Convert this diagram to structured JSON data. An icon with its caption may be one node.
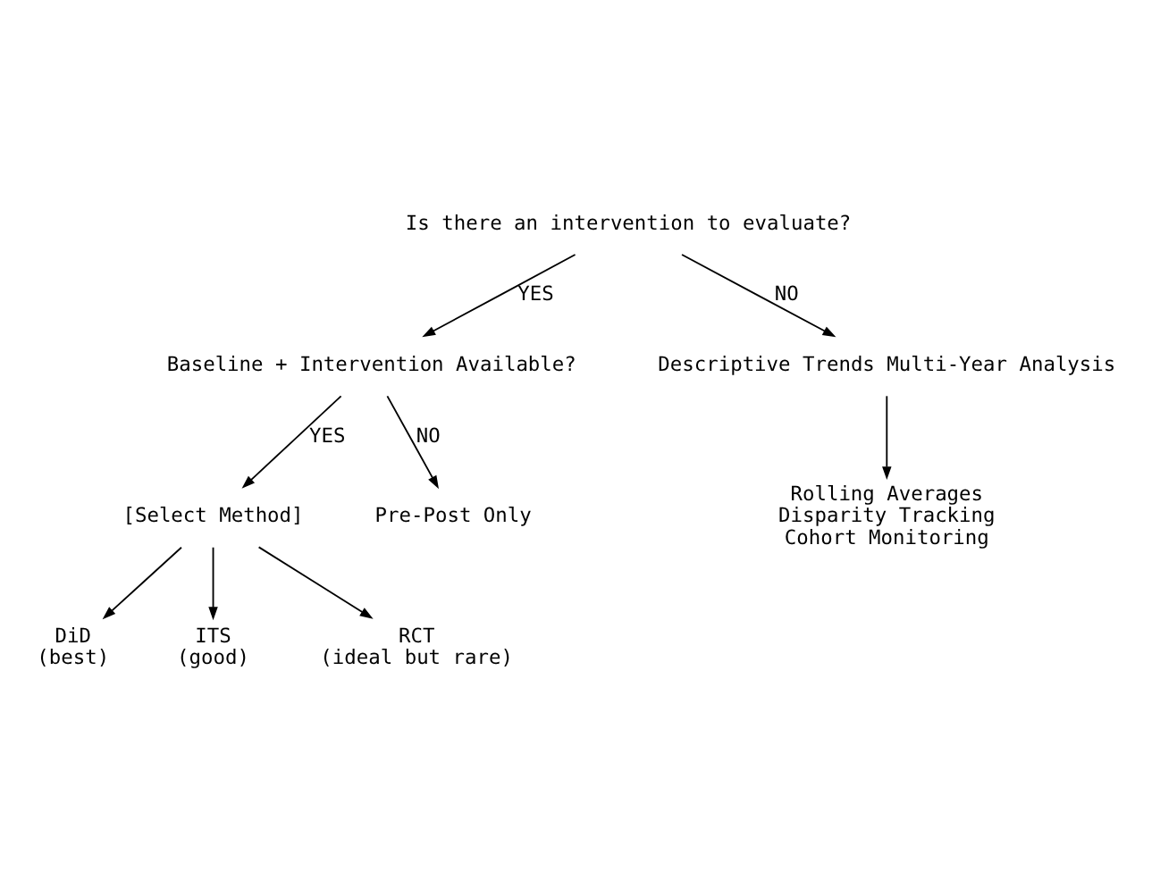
{
  "diagram": {
    "nodes": [
      {
        "text": [
          "Is there an intervention to evaluate?"
        ]
      },
      {
        "text": [
          "Baseline + Intervention Available?"
        ]
      },
      {
        "text": [
          "Descriptive Trends Multi-Year Analysis"
        ]
      },
      {
        "text": [
          "[Select Method]"
        ]
      },
      {
        "text": [
          "Pre-Post Only"
        ]
      },
      {
        "text": [
          "Rolling Averages",
          "Disparity Tracking",
          "Cohort Monitoring"
        ]
      },
      {
        "text": [
          "DiD",
          "(best)"
        ]
      },
      {
        "text": [
          "ITS",
          "(good)"
        ]
      },
      {
        "text": [
          "RCT",
          "(ideal but rare)"
        ]
      }
    ],
    "edges": [
      {
        "from": 0,
        "to": 1,
        "arrow": "to",
        "label": "YES"
      },
      {
        "from": 0,
        "to": 2,
        "arrow": "to",
        "label": "NO"
      },
      {
        "from": 1,
        "to": 3,
        "arrow": "to",
        "label": "YES"
      },
      {
        "from": 1,
        "to": 4,
        "arrow": "to",
        "label": "NO"
      },
      {
        "from": 2,
        "to": 5,
        "arrow": "to"
      },
      {
        "from": 3,
        "to": 6,
        "arrow": "to"
      },
      {
        "from": 3,
        "to": 7,
        "arrow": "to"
      },
      {
        "from": 3,
        "to": 8,
        "arrow": "to"
      }
    ]
  }
}
